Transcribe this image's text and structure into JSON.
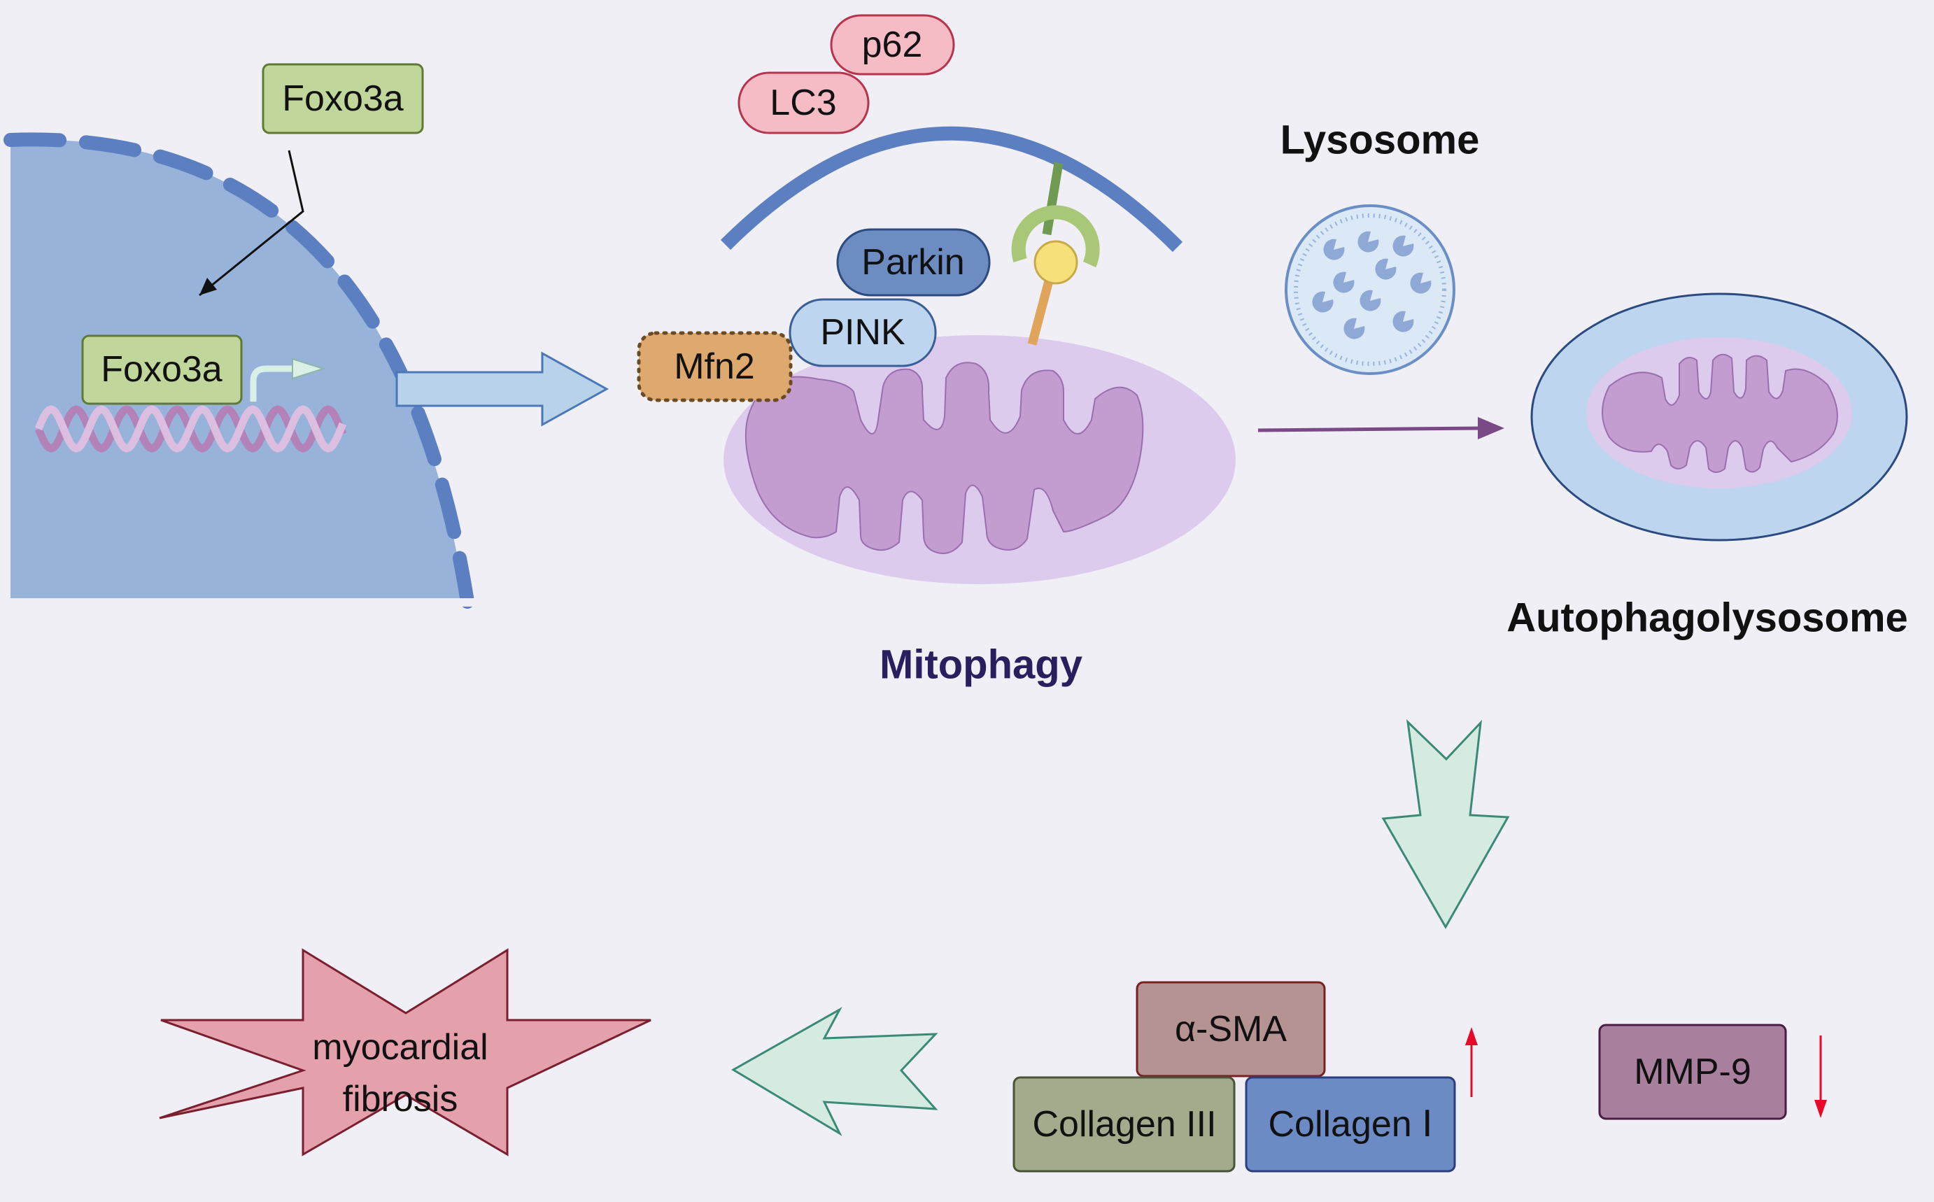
{
  "nucleus": {
    "tf_outside_label": "Foxo3a",
    "tf_bound_label": "Foxo3a"
  },
  "mitophagy": {
    "title": "Mitophagy",
    "receptor_labels": [
      "p62",
      "LC3"
    ],
    "parkin_label": "Parkin",
    "pink_label": "PINK",
    "mfn2_label": "Mfn2"
  },
  "lysosome": {
    "title": "Lysosome"
  },
  "autophagolysosome": {
    "title": "Autophagolysosome"
  },
  "markers": {
    "alpha_sma": "α-SMA",
    "collagen_iii": "Collagen III",
    "collagen_i": "Collagen Ⅰ",
    "mmp9": "MMP-9"
  },
  "outcome": {
    "line1": "myocardial",
    "line2": "fibrosis"
  },
  "colors": {
    "background": "#f0eff6",
    "nucleus": "#97b3d9",
    "membrane_blue": "#5b7fc0",
    "mito_outer": "#dccbed",
    "mito_inner": "#c39cd0",
    "green_box": "#c1d69b",
    "red_arrow": "#e8082a",
    "fibrosis": "#e4a0ab",
    "pale_arrow": "#d5ebe2",
    "title_dark": "#2a1f5e"
  }
}
